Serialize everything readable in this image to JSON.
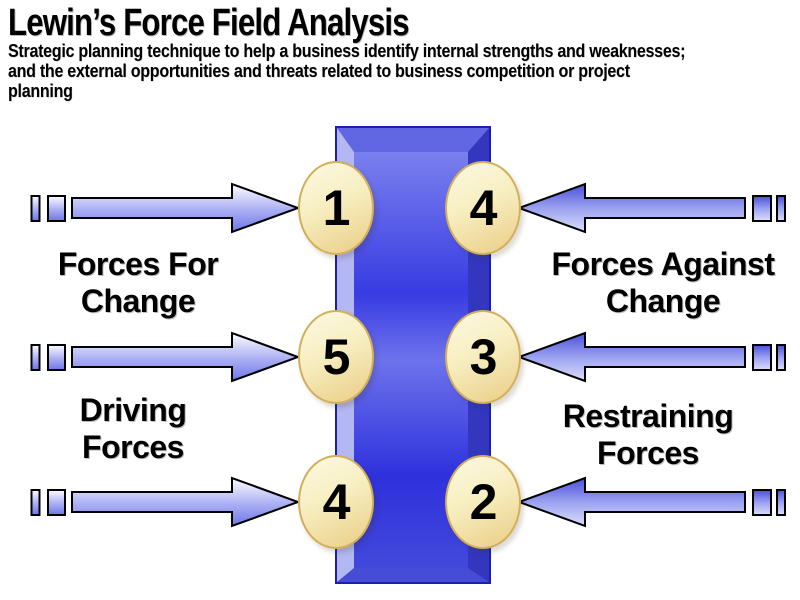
{
  "header": {
    "title": "Lewin’s Force Field Analysis",
    "subtitle_lines": [
      "Strategic planning technique to help a business identify internal strengths and weaknesses;",
      "and the external opportunities and threats related to business competition or project",
      "planning"
    ]
  },
  "diagram": {
    "left": {
      "heading": [
        "Forces For",
        "Change"
      ],
      "subheading": [
        "Driving",
        "Forces"
      ],
      "scores": [
        "1",
        "5",
        "4"
      ]
    },
    "right": {
      "heading": [
        "Forces Against",
        "Change"
      ],
      "subheading": [
        "Restraining",
        "Forces"
      ],
      "scores": [
        "4",
        "3",
        "2"
      ]
    }
  },
  "colors": {
    "bar_face_blue": "#3336e0",
    "bar_bevel_light": "#b4b8f2",
    "bar_bevel_top": "#6166e2",
    "bar_bevel_right": "#3337be",
    "bar_bevel_bottom": "#474cd6",
    "arrow_light": "#fdfdff",
    "arrow_dark": "#6f76e6",
    "ellipse_light": "#fdf9e4",
    "ellipse_dark": "#eacd85",
    "ellipse_border": "#d2af58",
    "outline": "#000000"
  }
}
